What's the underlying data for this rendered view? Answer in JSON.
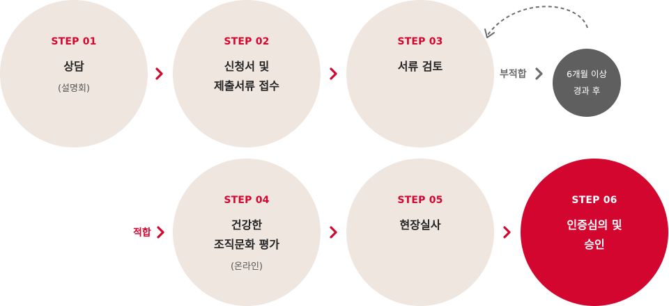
{
  "steps": [
    {
      "label": "STEP 01",
      "title": "상담",
      "sub": "(설명회)"
    },
    {
      "label": "STEP 02",
      "title": "신청서 및\n제출서류 접수",
      "sub": ""
    },
    {
      "label": "STEP 03",
      "title": "서류 검토",
      "sub": ""
    },
    {
      "label": "STEP 04",
      "title": "건강한\n조직문화 평가",
      "sub": "(온라인)"
    },
    {
      "label": "STEP 05",
      "title": "현장실사",
      "sub": ""
    },
    {
      "label": "STEP 06",
      "title": "인증심의 및\n승인",
      "sub": ""
    }
  ],
  "waiting": {
    "text": "6개월 이상\n경과 후"
  },
  "notes": {
    "fail": "부적합",
    "pass": "적합"
  },
  "colors": {
    "accent": "#d2062f",
    "circle": "#efe6df",
    "waiting": "#5f5f5f"
  },
  "icons": {
    "arrow": "chevron-right-icon",
    "loop": "curved-dashed-arrow-icon"
  }
}
